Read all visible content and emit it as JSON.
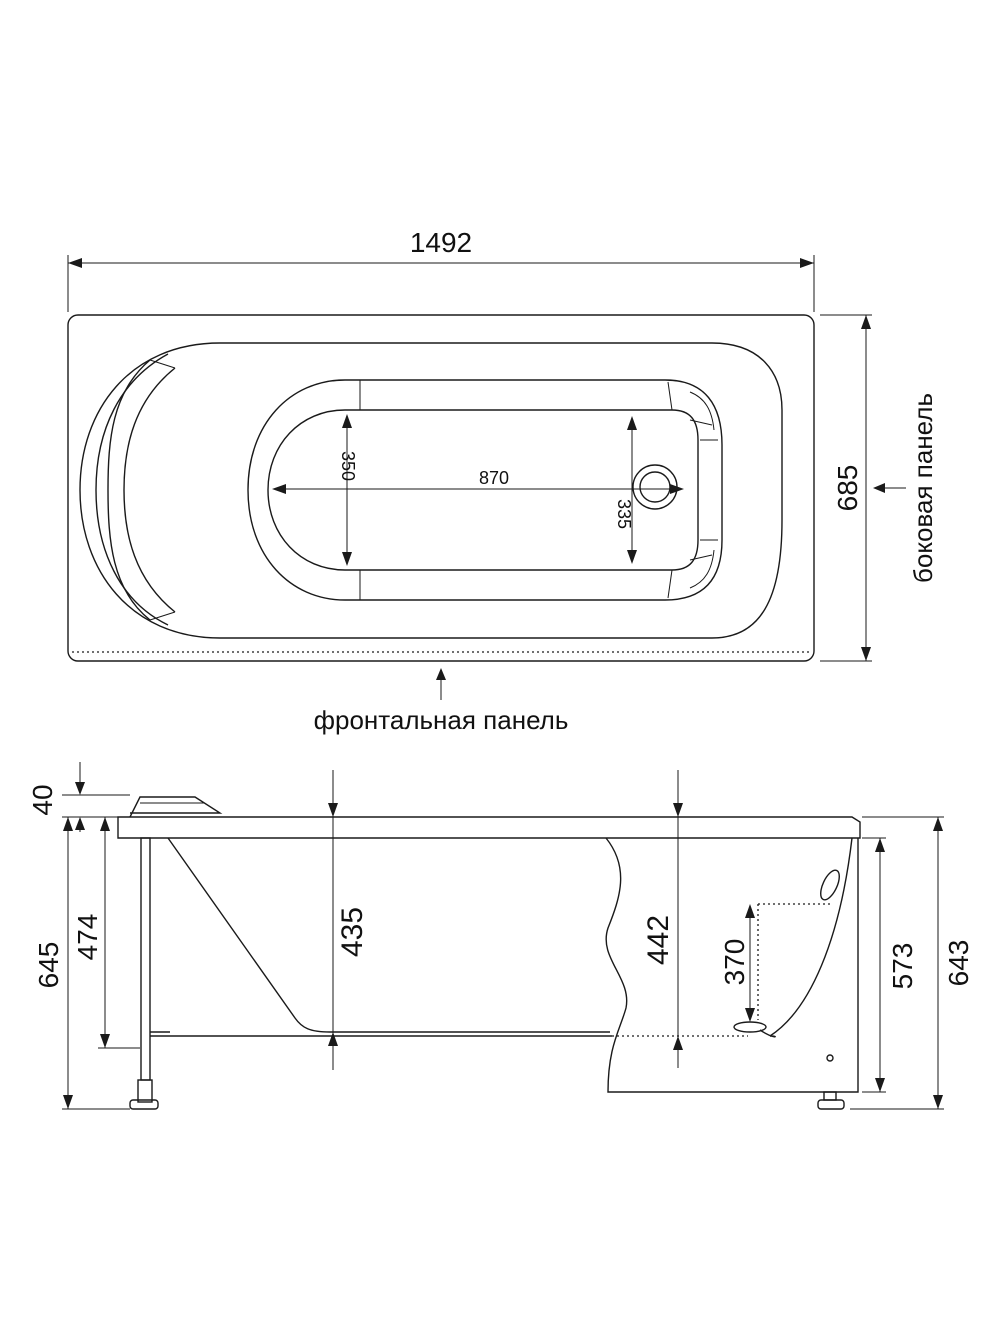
{
  "plan_view": {
    "length": "1492",
    "width": "685",
    "inner_length": "870",
    "inner_width_left": "350",
    "inner_width_right": "335",
    "front_panel_label": "фронтальная панель",
    "side_panel_label": "боковая панель"
  },
  "side_view": {
    "rim_height": "40",
    "overall_height_left": "645",
    "floor_height_left": "474",
    "depth_left": "435",
    "depth_right": "442",
    "drain_height": "370",
    "panel_height": "573",
    "overall_height_right": "643"
  },
  "colors": {
    "line": "#1a1a1a",
    "background": "#ffffff"
  }
}
